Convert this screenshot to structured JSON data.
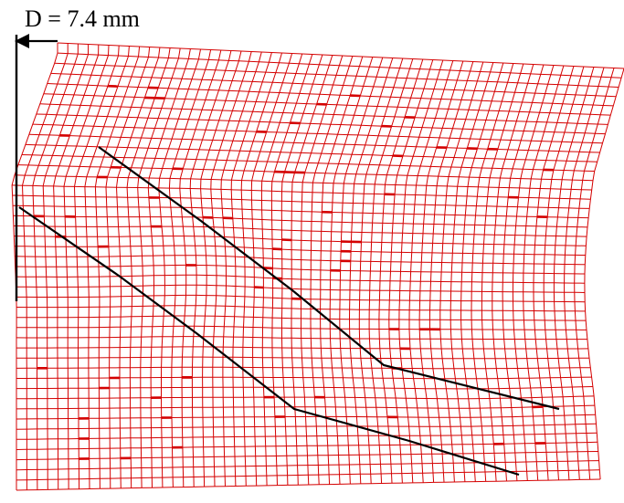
{
  "annotation": {
    "text": "D = 7.4 mm"
  },
  "colors": {
    "mesh": "#d40000",
    "crack_lines": "#000000",
    "background": "#ffffff"
  },
  "mesh": {
    "columns": 56,
    "rows": 44
  }
}
